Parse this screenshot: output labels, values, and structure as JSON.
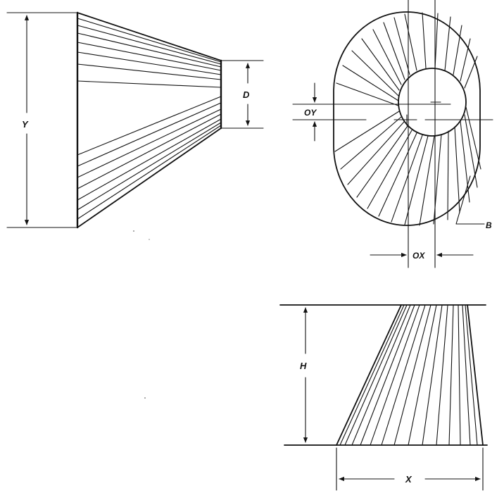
{
  "labels": {
    "y": "Y",
    "d": "D",
    "oy": "OY",
    "ox": "OX",
    "b": "B",
    "h": "H",
    "x": "X"
  },
  "colors": {
    "ink": "#111111",
    "paper": "#ffffff"
  }
}
